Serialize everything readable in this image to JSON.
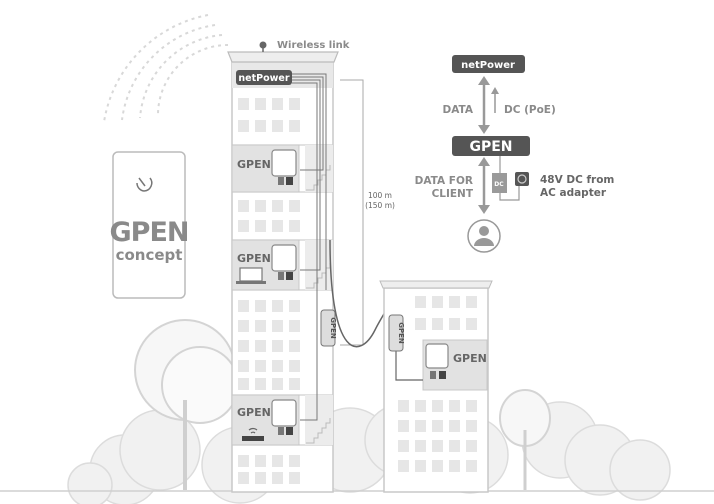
{
  "colors": {
    "dark_box": "#555555",
    "mid_gray": "#9a9a9a",
    "light_gray": "#e4e4e4",
    "cable": "#6a6a6a",
    "text_gray": "#8a8a8a"
  },
  "building": {
    "wireless_label": "Wireless link",
    "netpower_label": "netPower",
    "rooms": [
      {
        "label": "GPEN"
      },
      {
        "label": "GPEN"
      },
      {
        "label": "GPEN"
      }
    ],
    "distance_label": "100 m",
    "distance_alt_label": "(150 m)",
    "cable_tag_label": "GPEN"
  },
  "building2": {
    "room_label": "GPEN",
    "cable_tag_label": "GPEN"
  },
  "logo_card": {
    "title": "GPEN",
    "subtitle": "concept",
    "icon": "mikrotik-logo-icon"
  },
  "schema": {
    "top_box": "netPower",
    "data_label": "DATA",
    "dc_poe_label": "DC (PoE)",
    "middle_box": "GPEN",
    "client_label_line1": "DATA FOR",
    "client_label_line2": "CLIENT",
    "dc_box": "DC",
    "adapter_line1": "48V DC from",
    "adapter_line2": "AC adapter",
    "client_icon": "user-icon"
  }
}
